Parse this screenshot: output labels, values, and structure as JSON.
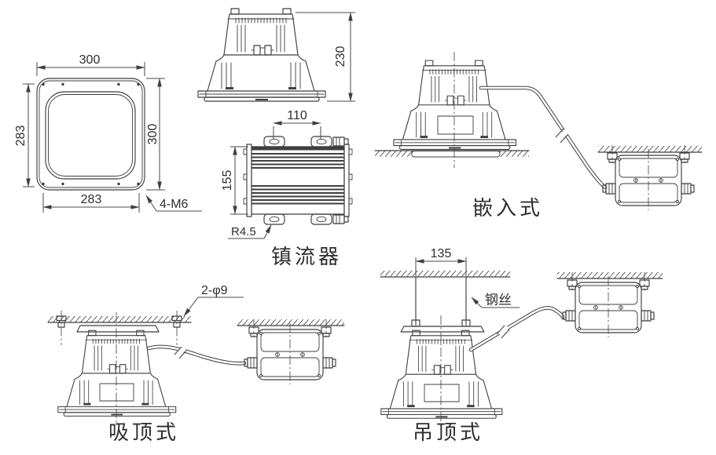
{
  "meta": {
    "drawing_type": "luminaire installation dimension drawing",
    "background_color": "#ffffff",
    "line_color": "#3f3f3f",
    "text_color": "#2e2e2e"
  },
  "front_view": {
    "dim_top": "300",
    "dim_right": "300",
    "dim_left": "283",
    "dim_bottom": "283",
    "holes_callout": "4-M6"
  },
  "side_view": {
    "dim_height": "230"
  },
  "ballast_detail": {
    "dim_width": "110",
    "dim_height": "155",
    "radius_callout": "R4.5",
    "caption": "镇流器"
  },
  "recessed_view": {
    "caption": "嵌入式"
  },
  "surface_view": {
    "caption": "吸顶式",
    "holes_callout": "2-φ9"
  },
  "suspended_view": {
    "caption": "吊顶式",
    "dim_wire_spacing": "135",
    "wire_callout": "钢丝"
  }
}
